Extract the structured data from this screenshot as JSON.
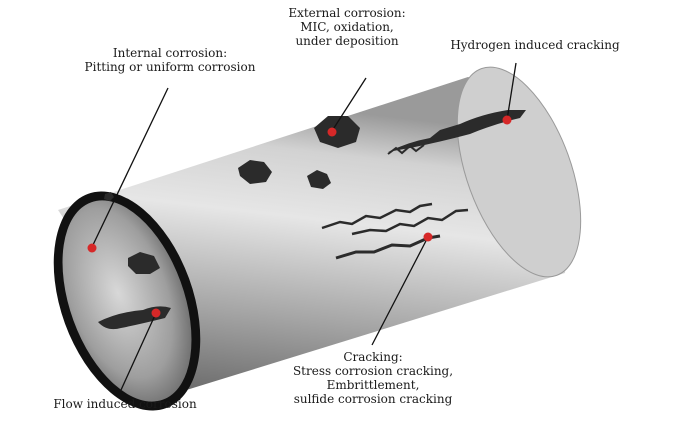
{
  "labels": {
    "internal": [
      "Internal corrosion:",
      "Pitting or uniform corrosion"
    ],
    "external": [
      "External corrosion:",
      "MIC, oxidation,",
      "under deposition"
    ],
    "hydrogen": [
      "Hydrogen induced cracking"
    ],
    "cracking": [
      "Cracking:",
      "Stress corrosion cracking,",
      "Embrittlement,",
      "sulfide corrosion cracking"
    ],
    "flow": [
      "Flow induced corrosion"
    ]
  },
  "colors": {
    "pipe_light": "#e9e9e9",
    "pipe_mid": "#a9a9a9",
    "pipe_dark": "#6e6e6e",
    "defect": "#2b2b2b",
    "marker": "#d62828",
    "leader": "#111111"
  }
}
